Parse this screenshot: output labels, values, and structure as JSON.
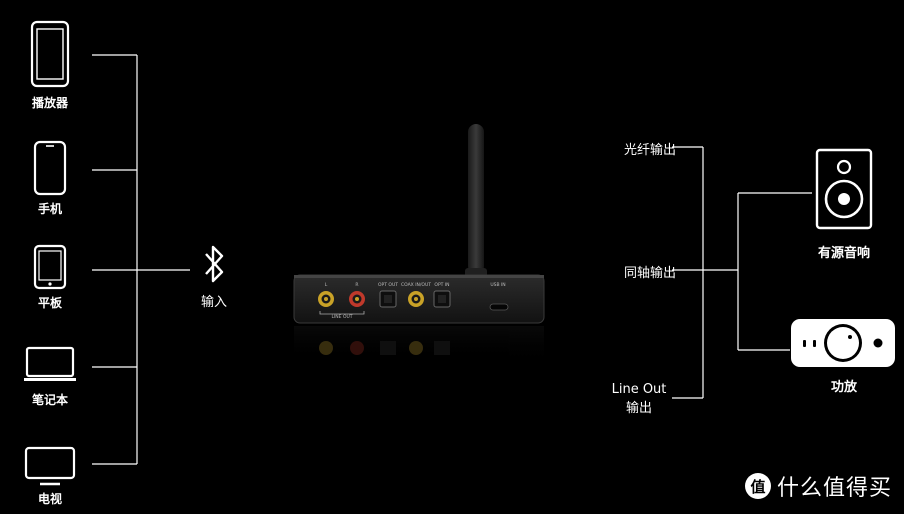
{
  "sources": {
    "player": "播放器",
    "phone": "手机",
    "tablet": "平板",
    "laptop": "笔记本",
    "tv": "电视"
  },
  "input": {
    "label": "输入",
    "icon": "bluetooth-icon"
  },
  "device": {
    "ports": {
      "l": "L",
      "r": "R",
      "opt_out": "OPT OUT",
      "coax": "COAX IN/OUT",
      "opt_in": "OPT IN",
      "usb": "USB IN",
      "line_out": "LINE OUT"
    }
  },
  "outputs": {
    "optical": "光纤输出",
    "coax": "同轴输出",
    "line_out_1": "Line Out",
    "line_out_2": "输出"
  },
  "targets": {
    "speaker": "有源音响",
    "amp": "功放"
  },
  "watermark": {
    "badge": "值",
    "text": "什么值得买"
  },
  "colors": {
    "background": "#000000",
    "line": "#ffffff",
    "rca_red": "#c0392b",
    "rca_gold": "#c9a227"
  }
}
